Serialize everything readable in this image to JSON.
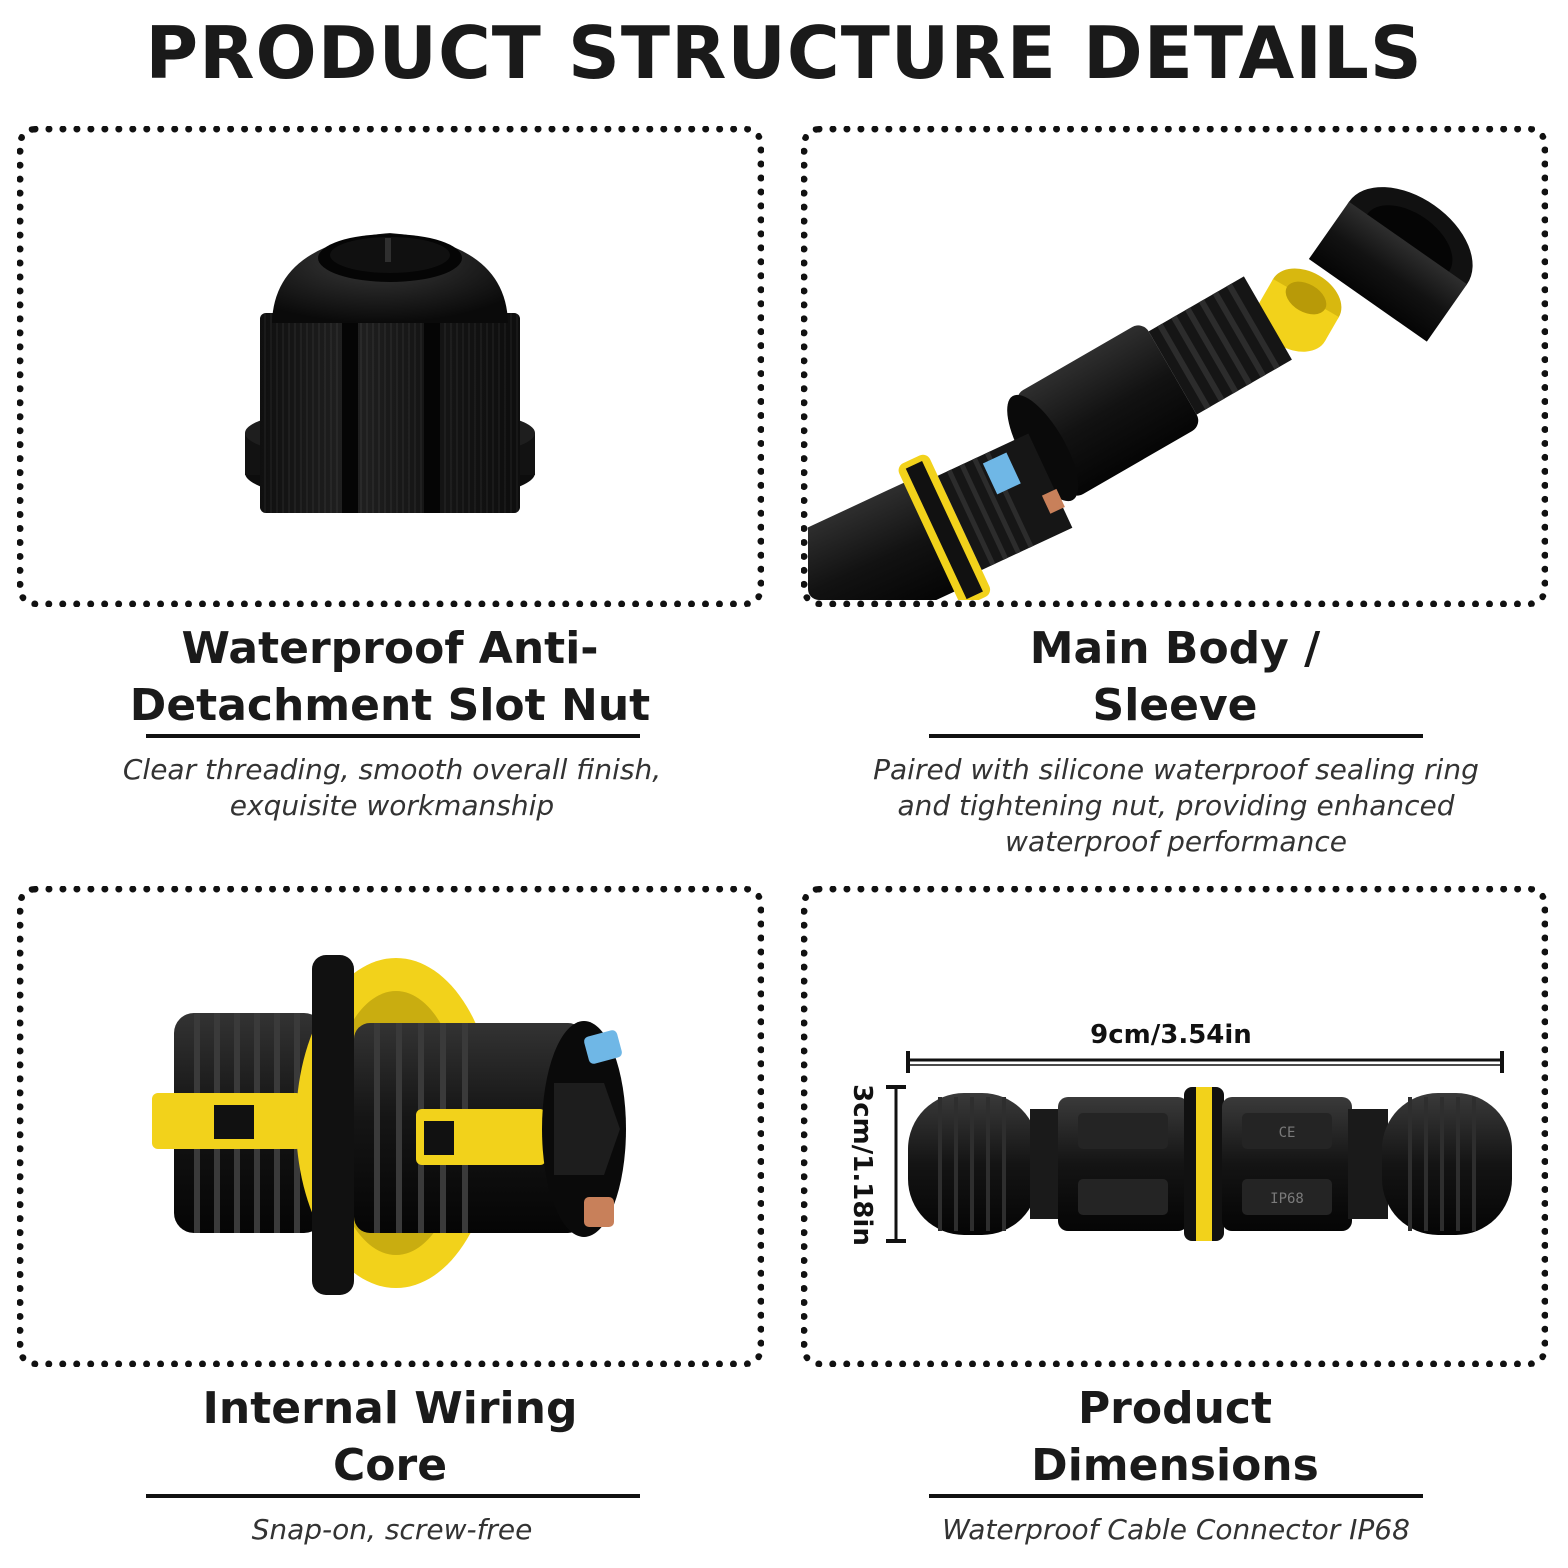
{
  "title": "PRODUCT STRUCTURE DETAILS",
  "panels": [
    {
      "title_line1": "Waterproof Anti-",
      "title_line2": "Detachment Slot Nut",
      "description_line1": "Clear threading, smooth overall finish,",
      "description_line2": "exquisite workmanship"
    },
    {
      "title_line1": "Main Body /",
      "title_line2": "Sleeve",
      "description_line1": "Paired with silicone waterproof sealing ring",
      "description_line2": "and tightening nut, providing enhanced",
      "description_line3": "waterproof performance"
    },
    {
      "title_line1": "Internal Wiring",
      "title_line2": "Core",
      "description_line1": "Snap-on, screw-free"
    },
    {
      "title_line1": "Product",
      "title_line2": "Dimensions",
      "description_line1": "Waterproof Cable Connector IP68",
      "width_label": "9cm/3.54in",
      "height_label": "3cm/1.18in",
      "body_marking_1": "IP68",
      "body_marking_2": "CE"
    }
  ],
  "colors": {
    "yellow": "#f2d21b",
    "black_plastic": "#161616",
    "blue_tab": "#6fb7e6",
    "copper": "#c8805a"
  }
}
